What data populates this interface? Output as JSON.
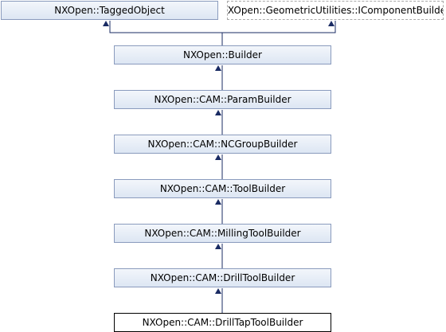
{
  "diagram": {
    "nodes": {
      "tagged_object": "NXOpen::TaggedObject",
      "icomponent_builder": "NXOpen::GeometricUtilities::IComponentBuilder",
      "builder": "NXOpen::Builder",
      "param_builder": "NXOpen::CAM::ParamBuilder",
      "ncgroup_builder": "NXOpen::CAM::NCGroupBuilder",
      "tool_builder": "NXOpen::CAM::ToolBuilder",
      "milling_tool_builder": "NXOpen::CAM::MillingToolBuilder",
      "drill_tool_builder": "NXOpen::CAM::DrillToolBuilder",
      "drill_tap_tool_builder": "NXOpen::CAM::DrillTapToolBuilder"
    },
    "colors": {
      "edge": "#1a2b63",
      "class_border": "#8a9bbd",
      "interface_border": "#a9a9a9",
      "current_border": "#000000"
    }
  }
}
